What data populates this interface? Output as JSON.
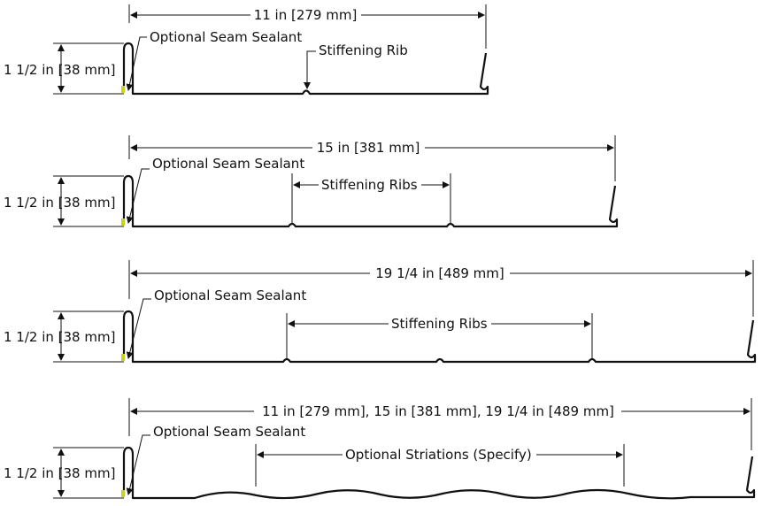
{
  "profiles": [
    {
      "width_label": "11 in [279 mm]",
      "height_label": "1 1/2 in [38 mm]",
      "sealant_label": "Optional Seam Sealant",
      "rib_label": "Stiffening Rib"
    },
    {
      "width_label": "15 in [381 mm]",
      "height_label": "1 1/2 in [38 mm]",
      "sealant_label": "Optional Seam Sealant",
      "rib_label": "Stiffening Ribs"
    },
    {
      "width_label": "19 1/4 in [489 mm]",
      "height_label": "1 1/2 in [38 mm]",
      "sealant_label": "Optional Seam Sealant",
      "rib_label": "Stiffening Ribs"
    },
    {
      "width_label": "11 in [279 mm], 15 in [381 mm], 19 1/4 in [489 mm]",
      "height_label": "1 1/2 in [38 mm]",
      "sealant_label": "Optional Seam Sealant",
      "rib_label": "Optional Striations (Specify)"
    }
  ],
  "colors": {
    "line": "#111111",
    "sealant": "#cccc33",
    "background": "#ffffff"
  }
}
